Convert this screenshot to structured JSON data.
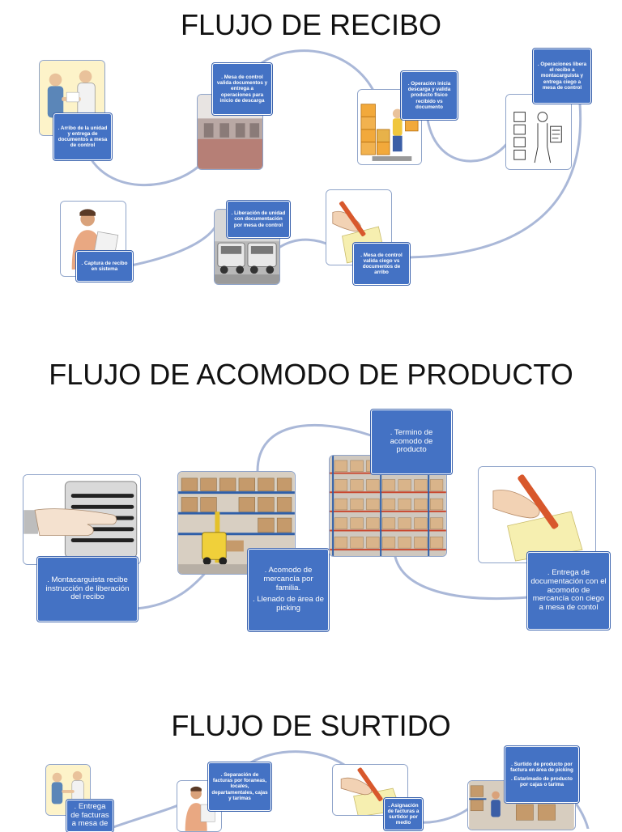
{
  "titles": {
    "recibo": "FLUJO DE RECIBO",
    "acomodo": "FLUJO DE ACOMODO DE PRODUCTO",
    "surtido": "FLUJO DE SURTIDO"
  },
  "recibo_steps": [
    {
      "text": ". Arribo de la unidad y entrega de documentos a mesa de control"
    },
    {
      "text": ". Mesa de control valida documentos y entrega a operaciones para inicio de descarga"
    },
    {
      "text": ". Operación inicia descarga y valida producto físico recibido vs documento"
    },
    {
      "text": ". Operaciones libera el recibo a montacarguista y entrega ciego a mesa de control"
    },
    {
      "text": ". Mesa de control valida ciego vs documentos de arribo"
    },
    {
      "text": ". Liberación de unidad con documentación por mesa de control"
    },
    {
      "text": ". Captura de recibo en sistema"
    }
  ],
  "acomodo_steps": [
    {
      "text": ". Montacarguista recibe instrucción de liberación del recibo"
    },
    {
      "text": ". Acomodo de mercancía por familia.",
      "text2": ". Llenado de área de picking"
    },
    {
      "text": ". Termino de acomodo de producto"
    },
    {
      "text": ". Entrega de documentación con el acomodo de mercancía con ciego a mesa de contol"
    }
  ],
  "surtido_steps": [
    {
      "text": ". Entrega de facturas a mesa de"
    },
    {
      "text": ". Separación de facturas por foraneas, locales, departamentales, cajas y tarimas"
    },
    {
      "text": ". Asignación de facturas a surtidor por medio"
    },
    {
      "text": ". Surtido de producto por factura en área de picking",
      "text2": ". Estarimado de producto por cajas o tarima"
    }
  ],
  "icons": {
    "recibo": [
      "handshake-people-icon",
      "warehouse-dock-icon",
      "worker-boxes-icon",
      "boxes-checklist-icon",
      "hand-writing-icon",
      "trucks-icon",
      "man-reading-icon"
    ],
    "acomodo": [
      "hand-scanner-icon",
      "forklift-warehouse-icon",
      "warehouse-racks-icon",
      "hand-writing-icon"
    ],
    "surtido": [
      "handshake-people-icon",
      "man-reading-icon",
      "hand-writing-icon",
      "warehouse-worker-icon"
    ]
  },
  "colors": {
    "box_fill": "#4472c4",
    "connector": "#aab8d8",
    "frame": "#8ea3c9"
  }
}
